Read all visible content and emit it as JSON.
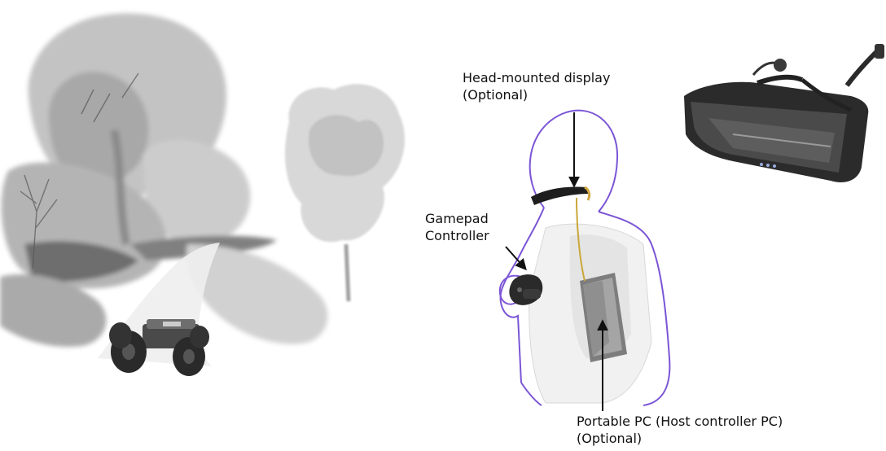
{
  "labels": {
    "hmd": {
      "line1": "Head-mounted display",
      "line2": "(Optional)"
    },
    "gamepad": {
      "line1": "Gamepad",
      "line2": "Controller"
    },
    "pc": {
      "line1": "Portable PC (Host controller PC)",
      "line2": "(Optional)"
    }
  },
  "colors": {
    "outline": "#7b55d6",
    "ink": "#111111",
    "landscape": "#8c8c8c"
  },
  "icons": [
    "landscape-illustration",
    "robot-vehicle-icon",
    "operator-figure",
    "hmd-glasses-icon",
    "gamepad-icon",
    "portable-pc-icon"
  ]
}
